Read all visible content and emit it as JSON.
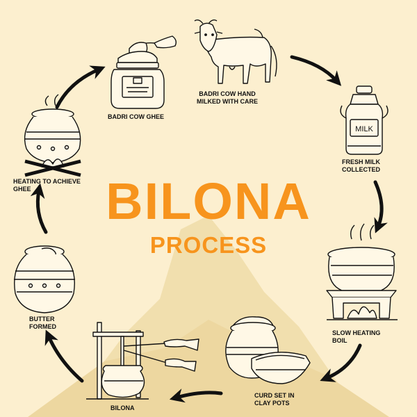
{
  "title": "BILONA",
  "subtitle": "PROCESS",
  "colors": {
    "background": "#fcefcf",
    "accent": "#f7941d",
    "ink": "#111111",
    "mountain": "#f1dfae"
  },
  "steps": [
    {
      "icon": "cow-icon",
      "line1": "BADRI COW HAND",
      "line2": "MILKED WITH CARE"
    },
    {
      "icon": "milk-can-icon",
      "line1": "FRESH MILK",
      "line2": "COLLECTED",
      "can_text": "MILK"
    },
    {
      "icon": "boiling-pot-icon",
      "line1": "SLOW HEATING",
      "line2": "BOIL"
    },
    {
      "icon": "curd-pots-icon",
      "line1": "CURD SET IN",
      "line2": "CLAY POTS"
    },
    {
      "icon": "churning-icon",
      "line1": "BILONA",
      "line2": ""
    },
    {
      "icon": "butter-pot-icon",
      "line1": "BUTTER",
      "line2": "FORMED"
    },
    {
      "icon": "ghee-heating-icon",
      "line1": "HEATING TO ACHIEVE",
      "line2": "GHEE"
    },
    {
      "icon": "ghee-jar-icon",
      "line1": "BADRI COW GHEE",
      "line2": ""
    }
  ]
}
